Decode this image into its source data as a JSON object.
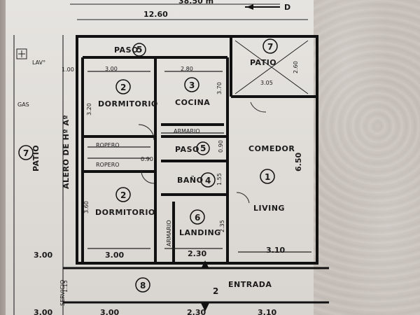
{
  "plan": {
    "top_dims": {
      "outer": "38.50 m",
      "inner": "12.60",
      "corner_letter": "D"
    },
    "rooms": [
      {
        "num": "1",
        "name": "COMEDOR"
      },
      {
        "num": "1",
        "name": "LIVING"
      },
      {
        "num": "2",
        "name": "DORMITORIO"
      },
      {
        "num": "2",
        "name": "DORMITORIO"
      },
      {
        "num": "3",
        "name": "COCINA"
      },
      {
        "num": "4",
        "name": "BAÑO"
      },
      {
        "num": "5",
        "name": "PASO"
      },
      {
        "num": "5",
        "name": "PASO"
      },
      {
        "num": "6",
        "name": "LANDING"
      },
      {
        "num": "7",
        "name": "PATIO"
      },
      {
        "num": "7",
        "name": "PATIO"
      },
      {
        "num": "8",
        "name": "ENTRADA"
      }
    ],
    "labels": {
      "armario_kitchen": "ARMARIO",
      "armario_landing": "ARMARIO",
      "ropero_1": "ROPERO",
      "ropero_2": "ROPERO",
      "alero": "ALERO DE Hº Aº",
      "servicio": "SERVICIO",
      "lav": "LAV°",
      "gas": "GAS"
    },
    "dims": {
      "d1": "3.00",
      "d2": "2.80",
      "d3": "3.70",
      "d4": "3.20",
      "d5": "3.05",
      "d6": "2.60",
      "d7": "6.50",
      "d8": "3.60",
      "d9": "1.55",
      "d10": "2.35",
      "d11": "3.00",
      "d12": "2.30",
      "d13": "3.10",
      "d14": "3.00",
      "d15": "1.00",
      "d16": "1.15",
      "d17": "3.00",
      "d18": "2.30",
      "d19": "3.10",
      "d20": "0.90",
      "d21": "0.90",
      "d22": "3.00"
    },
    "markers": {
      "stair_num": "2"
    }
  }
}
